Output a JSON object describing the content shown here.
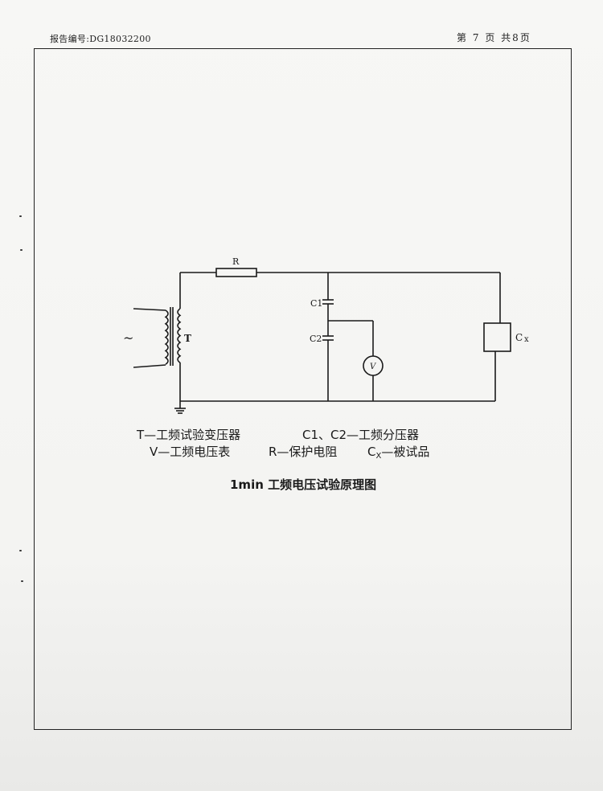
{
  "header": {
    "report_no_label": "报告编号:",
    "report_no": "DG18032200",
    "page_prefix": "第",
    "page_current": "7",
    "page_unit": "页",
    "page_total_prefix": "共",
    "page_total": "8",
    "page_total_unit": "页"
  },
  "diagram": {
    "labels": {
      "source": "~",
      "transformer": "T",
      "resistor": "R",
      "c1": "C1",
      "c2": "C2",
      "voltmeter": "V",
      "cx_main": "C",
      "cx_sub": "x"
    }
  },
  "legend": {
    "t_item": "T—工频试验变压器",
    "c_item": "C1、C2—工频分压器",
    "v_item": "V—工频电压表",
    "r_item": "R—保护电阻",
    "cx_main": "C",
    "cx_sub": "X",
    "cx_rest": "—被试品"
  },
  "caption": "1min 工频电压试验原理图"
}
